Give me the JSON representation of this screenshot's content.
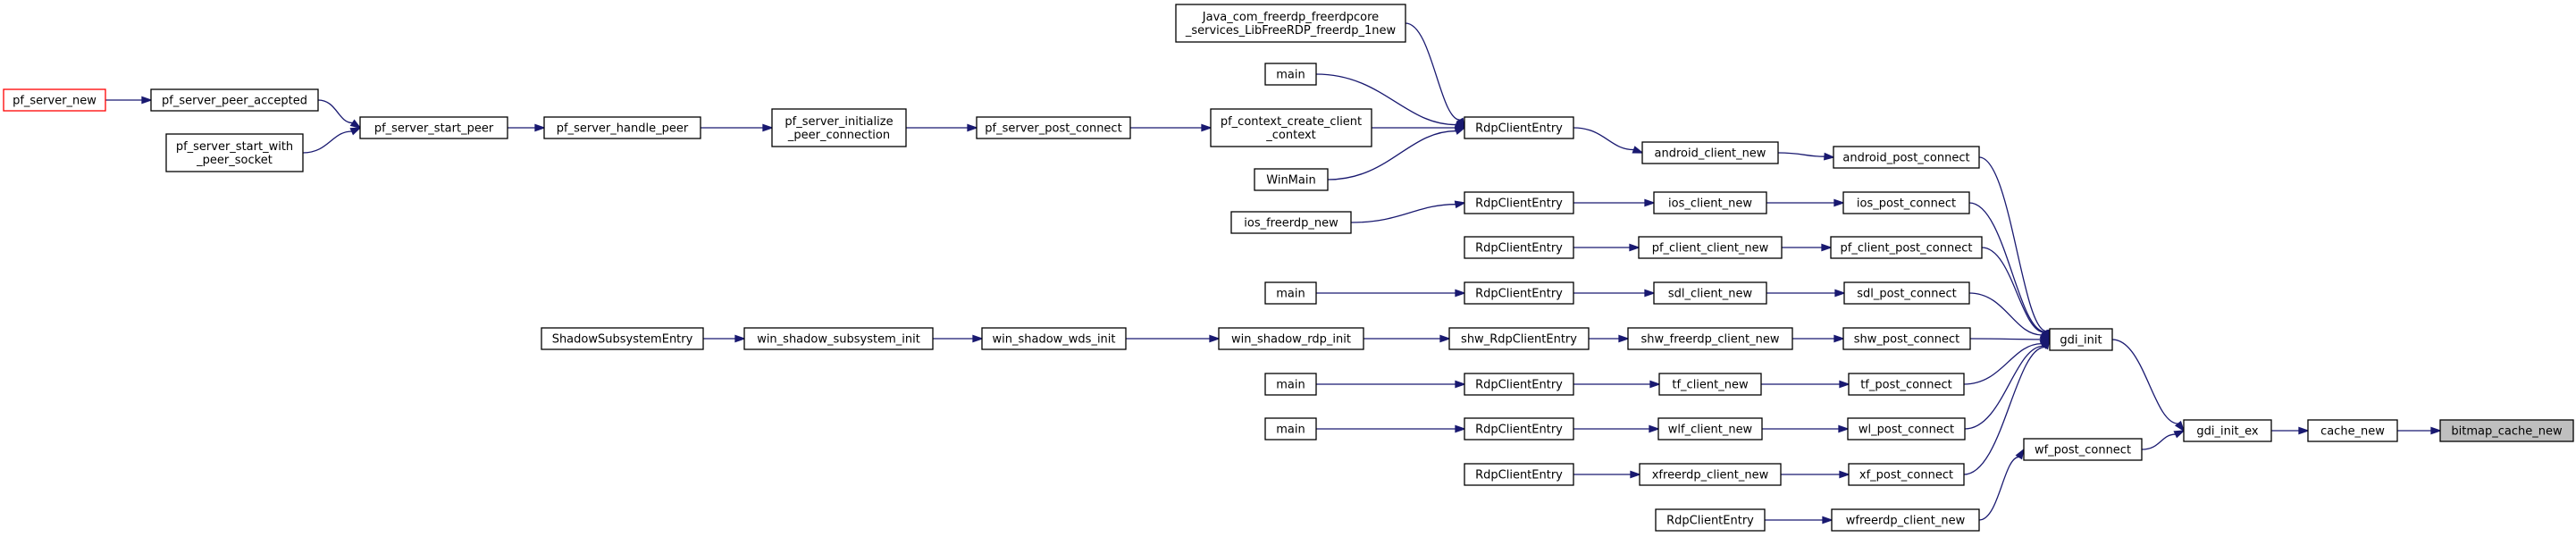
{
  "graph": {
    "edge_color": "#191970",
    "root_fill": "#bfbfbf",
    "truncated_border": "#ff0000",
    "nodes": [
      {
        "id": "bitmap_cache_new",
        "lines": [
          "bitmap_cache_new"
        ],
        "root": true
      },
      {
        "id": "cache_new",
        "lines": [
          "cache_new"
        ]
      },
      {
        "id": "gdi_init_ex",
        "lines": [
          "gdi_init_ex"
        ]
      },
      {
        "id": "gdi_init",
        "lines": [
          "gdi_init"
        ]
      },
      {
        "id": "wf_post_connect",
        "lines": [
          "wf_post_connect"
        ]
      },
      {
        "id": "android_post_connect",
        "lines": [
          "android_post_connect"
        ]
      },
      {
        "id": "ios_post_connect",
        "lines": [
          "ios_post_connect"
        ]
      },
      {
        "id": "pf_client_post_connect",
        "lines": [
          "pf_client_post_connect"
        ]
      },
      {
        "id": "sdl_post_connect",
        "lines": [
          "sdl_post_connect"
        ]
      },
      {
        "id": "shw_post_connect",
        "lines": [
          "shw_post_connect"
        ]
      },
      {
        "id": "tf_post_connect",
        "lines": [
          "tf_post_connect"
        ]
      },
      {
        "id": "wl_post_connect",
        "lines": [
          "wl_post_connect"
        ]
      },
      {
        "id": "xf_post_connect",
        "lines": [
          "xf_post_connect"
        ]
      },
      {
        "id": "wfreerdp_client_new",
        "lines": [
          "wfreerdp_client_new"
        ]
      },
      {
        "id": "android_client_new",
        "lines": [
          "android_client_new"
        ]
      },
      {
        "id": "ios_client_new",
        "lines": [
          "ios_client_new"
        ]
      },
      {
        "id": "pf_client_client_new",
        "lines": [
          "pf_client_client_new"
        ]
      },
      {
        "id": "sdl_client_new",
        "lines": [
          "sdl_client_new"
        ]
      },
      {
        "id": "shw_freerdp_client_new",
        "lines": [
          "shw_freerdp_client_new"
        ]
      },
      {
        "id": "tf_client_new",
        "lines": [
          "tf_client_new"
        ]
      },
      {
        "id": "wlf_client_new",
        "lines": [
          "wlf_client_new"
        ]
      },
      {
        "id": "xfreerdp_client_new",
        "lines": [
          "xfreerdp_client_new"
        ]
      },
      {
        "id": "RdpClientEntry_wf",
        "lines": [
          "RdpClientEntry"
        ]
      },
      {
        "id": "RdpClientEntry_android",
        "lines": [
          "RdpClientEntry"
        ]
      },
      {
        "id": "RdpClientEntry_ios",
        "lines": [
          "RdpClientEntry"
        ]
      },
      {
        "id": "RdpClientEntry_pf",
        "lines": [
          "RdpClientEntry"
        ]
      },
      {
        "id": "RdpClientEntry_sdl",
        "lines": [
          "RdpClientEntry"
        ]
      },
      {
        "id": "shw_RdpClientEntry",
        "lines": [
          "shw_RdpClientEntry"
        ]
      },
      {
        "id": "RdpClientEntry_tf",
        "lines": [
          "RdpClientEntry"
        ]
      },
      {
        "id": "RdpClientEntry_wl",
        "lines": [
          "RdpClientEntry"
        ]
      },
      {
        "id": "RdpClientEntry_xf",
        "lines": [
          "RdpClientEntry"
        ]
      },
      {
        "id": "Java_LibFreeRDP",
        "lines": [
          "Java_com_freerdp_freerdpcore",
          "_services_LibFreeRDP_freerdp_1new"
        ]
      },
      {
        "id": "main_android",
        "lines": [
          "main"
        ]
      },
      {
        "id": "pf_context_create_client_context",
        "lines": [
          "pf_context_create_client",
          "_context"
        ]
      },
      {
        "id": "WinMain",
        "lines": [
          "WinMain"
        ]
      },
      {
        "id": "ios_freerdp_new",
        "lines": [
          "ios_freerdp_new"
        ]
      },
      {
        "id": "main_sdl",
        "lines": [
          "main"
        ]
      },
      {
        "id": "win_shadow_rdp_init",
        "lines": [
          "win_shadow_rdp_init"
        ]
      },
      {
        "id": "main_tf",
        "lines": [
          "main"
        ]
      },
      {
        "id": "main_wl",
        "lines": [
          "main"
        ]
      },
      {
        "id": "pf_server_post_connect",
        "lines": [
          "pf_server_post_connect"
        ]
      },
      {
        "id": "win_shadow_wds_init",
        "lines": [
          "win_shadow_wds_init"
        ]
      },
      {
        "id": "pf_server_initialize_peer_connection",
        "lines": [
          "pf_server_initialize",
          "_peer_connection"
        ]
      },
      {
        "id": "win_shadow_subsystem_init",
        "lines": [
          "win_shadow_subsystem_init"
        ]
      },
      {
        "id": "pf_server_handle_peer",
        "lines": [
          "pf_server_handle_peer"
        ]
      },
      {
        "id": "ShadowSubsystemEntry",
        "lines": [
          "ShadowSubsystemEntry"
        ]
      },
      {
        "id": "pf_server_start_peer",
        "lines": [
          "pf_server_start_peer"
        ]
      },
      {
        "id": "pf_server_peer_accepted",
        "lines": [
          "pf_server_peer_accepted"
        ]
      },
      {
        "id": "pf_server_start_with_peer_socket",
        "lines": [
          "pf_server_start_with",
          "_peer_socket"
        ]
      },
      {
        "id": "pf_server_new",
        "lines": [
          "pf_server_new"
        ],
        "truncated": true
      }
    ],
    "edges": [
      [
        "cache_new",
        "bitmap_cache_new"
      ],
      [
        "gdi_init_ex",
        "cache_new"
      ],
      [
        "gdi_init",
        "gdi_init_ex"
      ],
      [
        "wf_post_connect",
        "gdi_init_ex"
      ],
      [
        "android_post_connect",
        "gdi_init"
      ],
      [
        "ios_post_connect",
        "gdi_init"
      ],
      [
        "pf_client_post_connect",
        "gdi_init"
      ],
      [
        "sdl_post_connect",
        "gdi_init"
      ],
      [
        "shw_post_connect",
        "gdi_init"
      ],
      [
        "tf_post_connect",
        "gdi_init"
      ],
      [
        "wl_post_connect",
        "gdi_init"
      ],
      [
        "xf_post_connect",
        "gdi_init"
      ],
      [
        "wfreerdp_client_new",
        "wf_post_connect"
      ],
      [
        "android_client_new",
        "android_post_connect"
      ],
      [
        "ios_client_new",
        "ios_post_connect"
      ],
      [
        "pf_client_client_new",
        "pf_client_post_connect"
      ],
      [
        "sdl_client_new",
        "sdl_post_connect"
      ],
      [
        "shw_freerdp_client_new",
        "shw_post_connect"
      ],
      [
        "tf_client_new",
        "tf_post_connect"
      ],
      [
        "wlf_client_new",
        "wl_post_connect"
      ],
      [
        "xfreerdp_client_new",
        "xf_post_connect"
      ],
      [
        "RdpClientEntry_wf",
        "wfreerdp_client_new"
      ],
      [
        "RdpClientEntry_android",
        "android_client_new"
      ],
      [
        "RdpClientEntry_ios",
        "ios_client_new"
      ],
      [
        "RdpClientEntry_pf",
        "pf_client_client_new"
      ],
      [
        "RdpClientEntry_sdl",
        "sdl_client_new"
      ],
      [
        "shw_RdpClientEntry",
        "shw_freerdp_client_new"
      ],
      [
        "RdpClientEntry_tf",
        "tf_client_new"
      ],
      [
        "RdpClientEntry_wl",
        "wlf_client_new"
      ],
      [
        "RdpClientEntry_xf",
        "xfreerdp_client_new"
      ],
      [
        "Java_LibFreeRDP",
        "RdpClientEntry_android"
      ],
      [
        "main_android",
        "RdpClientEntry_android"
      ],
      [
        "pf_context_create_client_context",
        "RdpClientEntry_android"
      ],
      [
        "WinMain",
        "RdpClientEntry_android"
      ],
      [
        "ios_freerdp_new",
        "RdpClientEntry_ios"
      ],
      [
        "main_sdl",
        "RdpClientEntry_sdl"
      ],
      [
        "win_shadow_rdp_init",
        "shw_RdpClientEntry"
      ],
      [
        "main_tf",
        "RdpClientEntry_tf"
      ],
      [
        "main_wl",
        "RdpClientEntry_wl"
      ],
      [
        "pf_server_post_connect",
        "pf_context_create_client_context"
      ],
      [
        "win_shadow_wds_init",
        "win_shadow_rdp_init"
      ],
      [
        "pf_server_initialize_peer_connection",
        "pf_server_post_connect"
      ],
      [
        "win_shadow_subsystem_init",
        "win_shadow_wds_init"
      ],
      [
        "pf_server_handle_peer",
        "pf_server_initialize_peer_connection"
      ],
      [
        "ShadowSubsystemEntry",
        "win_shadow_subsystem_init"
      ],
      [
        "pf_server_start_peer",
        "pf_server_handle_peer"
      ],
      [
        "pf_server_peer_accepted",
        "pf_server_start_peer"
      ],
      [
        "pf_server_start_with_peer_socket",
        "pf_server_start_peer"
      ],
      [
        "pf_server_new",
        "pf_server_peer_accepted"
      ]
    ]
  }
}
